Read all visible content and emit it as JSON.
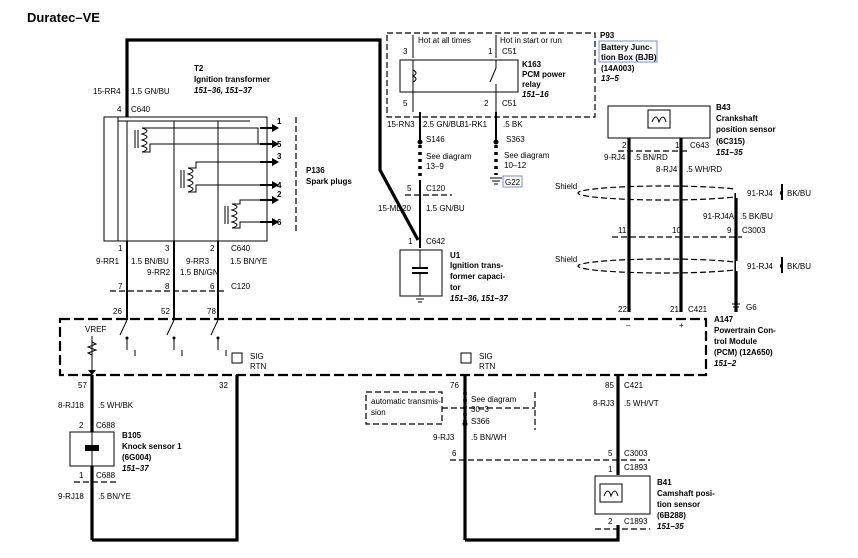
{
  "title": "Duratec–VE",
  "p93": {
    "id": "P93",
    "label1": "Battery Junc-",
    "label2": "tion Box (BJB)",
    "code": "(14A003)",
    "ref": "13–5",
    "hot_all_times": "Hot at all times",
    "hot_start_run": "Hot in start or run"
  },
  "k163": {
    "id": "K163",
    "name1": "PCM power",
    "name2": "relay",
    "ref": "151–16"
  },
  "relay_pins": {
    "p3": "3",
    "p1": "1",
    "p5": "5",
    "p2": "2",
    "c51a": "C51",
    "c51b": "C51"
  },
  "t2": {
    "id": "T2",
    "name": "Ignition transformer",
    "ref": "151–36, 151–37",
    "conn_c640": "C640"
  },
  "p136": {
    "id": "P136",
    "name": "Spark plugs"
  },
  "spark_pins": [
    "1",
    "5",
    "3",
    "4",
    "2",
    "6"
  ],
  "u1": {
    "id": "U1",
    "name1": "Ignition trans-",
    "name2": "former capaci-",
    "name3": "tor",
    "ref": "151–36, 151–37",
    "conn": "C642",
    "pin": "1"
  },
  "b43": {
    "id": "B43",
    "name1": "Crankshaft",
    "name2": "position sensor",
    "code": "(6C315)",
    "ref": "151–35",
    "conn": "C643"
  },
  "a147": {
    "id": "A147",
    "name1": "Powertrain Con-",
    "name2": "trol Module",
    "name3": "(PCM) (12A650)",
    "ref": "151–2",
    "conn": "C421"
  },
  "b105": {
    "id": "B105",
    "name": "Knock sensor 1",
    "code": "(6G004)",
    "ref": "151–37",
    "conn_top": "C688",
    "conn_bot": "C688",
    "pin_top": "2",
    "pin_bot": "1"
  },
  "b41": {
    "id": "B41",
    "name1": "Camshaft posi-",
    "name2": "tion sensor",
    "code": "(6B288)",
    "ref": "151–35",
    "conn_top": "C1893",
    "conn_bot": "C1893",
    "pin_top": "1",
    "pin_bot": "2"
  },
  "wires": {
    "w15rr4": "15-RR4",
    "w15rr4_col": "1.5 GN/BU",
    "pin4": "4",
    "w15rn3": "15-RN3",
    "w15rn3_col": "2.5 GN/BU",
    "w31rk1": "31-RK1",
    "w31rk1_col": ".5 BK",
    "s146": "S146",
    "s363": "S363",
    "see139a": "See diagram",
    "see139b": "13–9",
    "see1012a": "See diagram",
    "see1012b": "10–12",
    "g22": "G22",
    "c120pin": "5",
    "c120": "C120",
    "w15md20": "15-MD20",
    "w15md20_col": "1.5 GN/BU",
    "rr1": "9-RR1",
    "rr1_col": "1.5 BN/BU",
    "rr2": "9-RR2",
    "rr2_col": "1.5 BN/GN",
    "rr3": "9-RR3",
    "rr3_col": "1.5 BN/YE",
    "c640_pins": [
      "1",
      "3",
      "2"
    ],
    "c640b": "C640",
    "c120_pins": [
      "7",
      "8",
      "6"
    ],
    "c120b": "C120",
    "pcm_pins": [
      "26",
      "52",
      "78"
    ],
    "rj4a": "9-RJ4",
    "rj4a_col": ".5 BN/RD",
    "rj4b": "8-RJ4",
    "rj4b_col": ".5 WH/RD",
    "pin2": "2",
    "pin1": "1",
    "pin3": "3",
    "rj4_91a": "91-RJ4",
    "rj4_91a_col": "BK/BU",
    "rj4a4": "91-RJ4A",
    "rj4a4_col": ".5 BK/BU",
    "pin11": "11",
    "pin10": "10",
    "pin9": "9",
    "c3003a": "C3003",
    "rj4_91b": "91-RJ4",
    "rj4_91b_col": "BK/BU",
    "shield1": "Shield",
    "shield2": "Shield",
    "pin22": "22",
    "pin21": "21",
    "g6": "G6",
    "minus": "–",
    "plus": "+",
    "vref": "VREF",
    "sig_rtn1": "SIG",
    "sig_rtn1b": "RTN",
    "sig_rtn2": "SIG",
    "sig_rtn2b": "RTN",
    "pin57": "57",
    "pin32": "32",
    "pin76": "76",
    "pin85": "85",
    "c421b": "C421",
    "rj18a": "8-RJ18",
    "rj18a_col": ".5 WH/BK",
    "rj18b": "9-RJ18",
    "rj18b_col": ".5 BN/YE",
    "auto1": "automatic transmis-",
    "auto2": "sion",
    "see303a": "See diagram",
    "see303b": "30–3",
    "s366": "S366",
    "rj3a": "9-RJ3",
    "rj3a_col": ".5 BN/WH",
    "rj3b": "8-RJ3",
    "rj3b_col": ".5 WH/VT",
    "pin6": "6",
    "pin5": "5",
    "c3003b": "C3003"
  }
}
